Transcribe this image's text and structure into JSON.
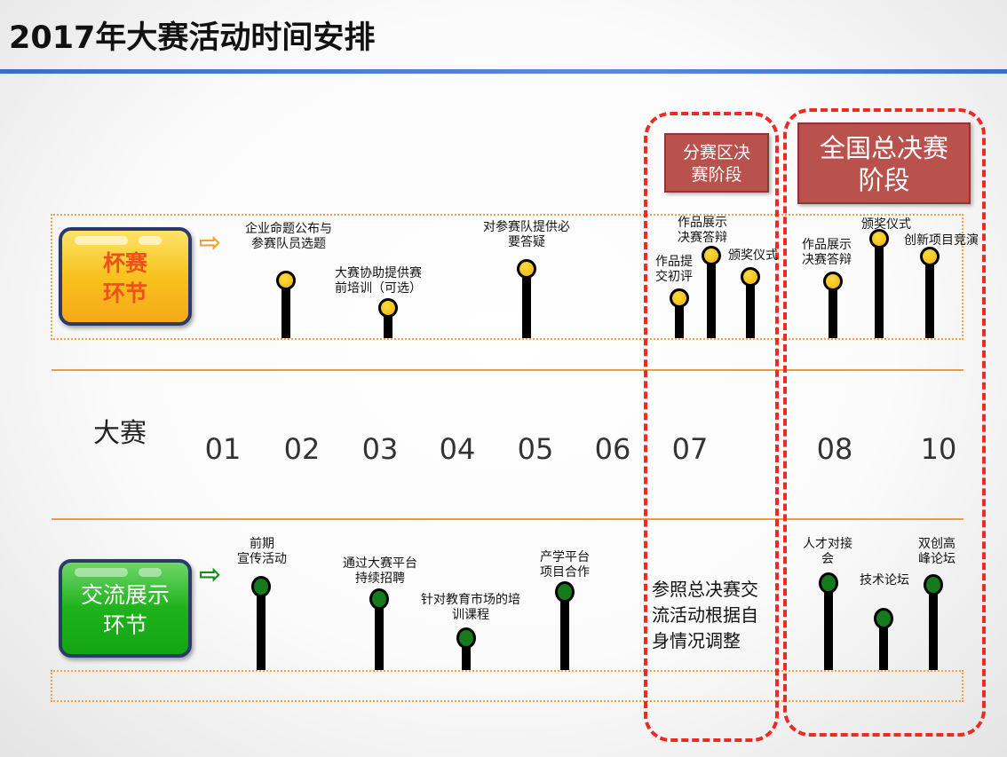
{
  "title": "2017年大赛活动时间安排",
  "stages": {
    "regional": "分赛区决赛阶段",
    "regional_lines": [
      "分赛区决",
      "赛阶段"
    ],
    "national_lines": [
      "全国总决赛",
      "阶段"
    ]
  },
  "cup_badge": {
    "lines": [
      "杯赛",
      "环节"
    ]
  },
  "exchange_badge": {
    "lines": [
      "交流展示",
      "环节"
    ]
  },
  "row_label": "大赛",
  "months": [
    "01",
    "02",
    "03",
    "04",
    "05",
    "06",
    "07",
    "08",
    "10"
  ],
  "cup_events": [
    {
      "lines": [
        "企业命题公布与",
        "参赛队员选题"
      ]
    },
    {
      "lines": [
        "大赛协助提供赛",
        "前培训（可选）"
      ]
    },
    {
      "lines": [
        "对参赛队提供必",
        "要答疑"
      ]
    },
    {
      "lines": [
        "作品提",
        "交初评"
      ]
    },
    {
      "lines": [
        "作品展示",
        "决赛答辩"
      ]
    },
    {
      "lines": [
        "颁奖仪式"
      ]
    },
    {
      "lines": [
        "作品展示",
        "决赛答辩"
      ]
    },
    {
      "lines": [
        "颁奖仪式"
      ]
    },
    {
      "lines": [
        "创新项目竞演"
      ]
    }
  ],
  "exchange_events": [
    {
      "lines": [
        "前期",
        "宣传活动"
      ]
    },
    {
      "lines": [
        "通过大赛平台",
        "持续招聘"
      ]
    },
    {
      "lines": [
        "针对教育市场的培",
        "训课程"
      ]
    },
    {
      "lines": [
        "产学平台",
        "项目合作"
      ]
    },
    {
      "lines": [
        "人才对接",
        "会"
      ]
    },
    {
      "lines": [
        "技术论坛"
      ]
    },
    {
      "lines": [
        "双创高",
        "峰论坛"
      ]
    }
  ],
  "regional_exchange_note": [
    "参照总决赛交",
    "流活动根据自",
    "身情况调整"
  ],
  "colors": {
    "accent_red": "#ee2a24",
    "orange": "#f29a3b",
    "stage_fill": "#b9514d",
    "title_line": "#3b6fc2"
  }
}
